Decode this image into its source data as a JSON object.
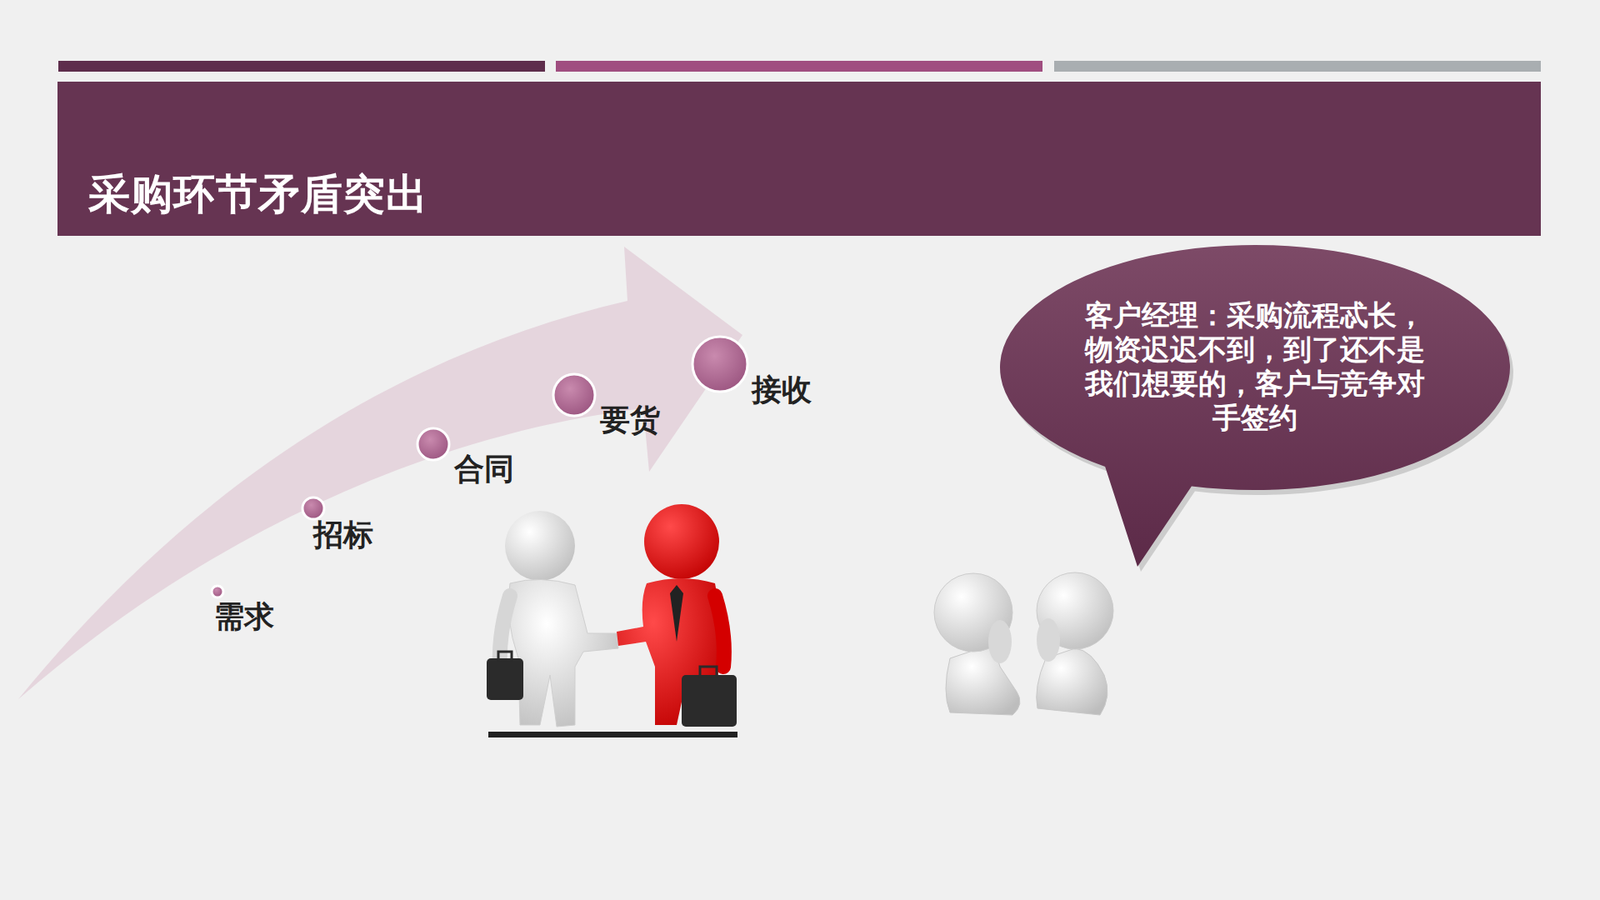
{
  "diagram": {
    "title": "采购环节矛盾突出",
    "nodes": [
      {
        "text": [
          "客户经理：采购流程忒长，物资迟迟不到，到了还不是我们想要的，客户与竞争对手签约"
        ]
      }
    ],
    "labels": [
      "需求",
      "招标",
      "合同",
      "要货",
      "接收"
    ]
  }
}
